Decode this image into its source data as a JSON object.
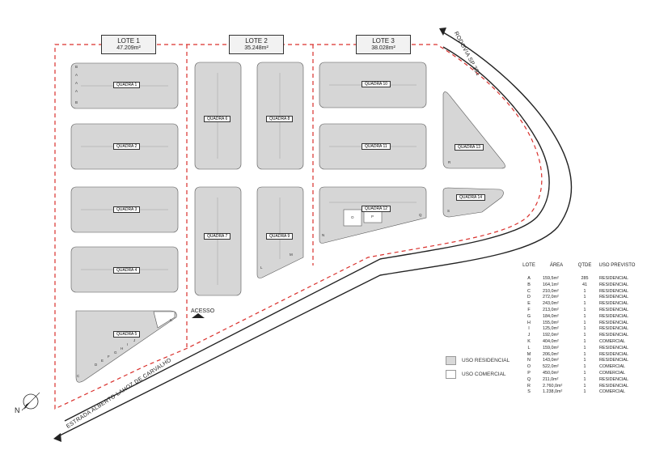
{
  "lotes": [
    {
      "name": "LOTE 1",
      "area": "47.209m²"
    },
    {
      "name": "LOTE 2",
      "area": "35.248m²"
    },
    {
      "name": "LOTE 3",
      "area": "38.028m²"
    }
  ],
  "quadras": [
    "QUADRA 1",
    "QUADRA 2",
    "QUADRA 3",
    "QUADRA 4",
    "QUADRA 5",
    "QUADRA 6",
    "QUADRA 7",
    "QUADRA 8",
    "QUADRA 9",
    "QUADRA 10",
    "QUADRA 11",
    "QUADRA 12",
    "QUADRA 13",
    "QUADRA 14"
  ],
  "lot_letters": {
    "a": "A",
    "b": "B",
    "c": "C",
    "d": "D",
    "e": "E",
    "f": "F",
    "g": "G",
    "h": "H",
    "i": "I",
    "j": "J",
    "k": "K",
    "l": "L",
    "m": "M",
    "n": "N",
    "o": "O",
    "p": "P",
    "q": "Q",
    "r": "R",
    "s": "S"
  },
  "roads": {
    "rodovia": "RODOVIA SP 351",
    "estrada": "ESTRADA ALBERTO LAHOZ DE CARVALHO"
  },
  "acesso": "ACESSO",
  "north": "N",
  "legend": [
    {
      "label": "USO RESIDENCIAL",
      "color": "#d9d9d9"
    },
    {
      "label": "USO COMERCIAL",
      "color": "#ffffff"
    }
  ],
  "table": {
    "headers": [
      "LOTE",
      "ÁREA",
      "QTDE",
      "USO PREVISTO"
    ],
    "rows": [
      [
        "A",
        "159,5m²",
        "285",
        "RESIDENCIAL"
      ],
      [
        "B",
        "164,1m²",
        "41",
        "RESIDENCIAL"
      ],
      [
        "C",
        "210,0m²",
        "1",
        "RESIDENCIAL"
      ],
      [
        "D",
        "272,0m²",
        "1",
        "RESIDENCIAL"
      ],
      [
        "E",
        "243,0m²",
        "1",
        "RESIDENCIAL"
      ],
      [
        "F",
        "213,0m²",
        "1",
        "RESIDENCIAL"
      ],
      [
        "G",
        "184,0m²",
        "1",
        "RESIDENCIAL"
      ],
      [
        "H",
        "155,0m²",
        "1",
        "RESIDENCIAL"
      ],
      [
        "I",
        "125,0m²",
        "1",
        "RESIDENCIAL"
      ],
      [
        "J",
        "192,0m²",
        "1",
        "RESIDENCIAL"
      ],
      [
        "K",
        "404,0m²",
        "1",
        "COMERCIAL"
      ],
      [
        "L",
        "159,0m²",
        "1",
        "RESIDENCIAL"
      ],
      [
        "M",
        "206,0m²",
        "1",
        "RESIDENCIAL"
      ],
      [
        "N",
        "143,0m²",
        "1",
        "RESIDENCIAL"
      ],
      [
        "O",
        "522,0m²",
        "1",
        "COMERCIAL"
      ],
      [
        "P",
        "450,0m²",
        "1",
        "COMERCIAL"
      ],
      [
        "Q",
        "211,0m²",
        "1",
        "RESIDENCIAL"
      ],
      [
        "R",
        "2.760,0m²",
        "1",
        "RESIDENCIAL"
      ],
      [
        "S",
        "1.238,0m²",
        "1",
        "COMERCIAL"
      ]
    ]
  },
  "colors": {
    "boundary": "#d9302c",
    "block_fill": "#d6d6d6",
    "road": "#222222"
  }
}
